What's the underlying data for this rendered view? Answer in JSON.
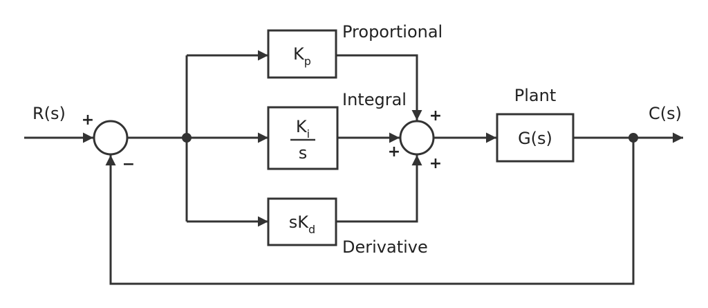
{
  "signals": {
    "input": "R(s)",
    "output": "C(s)"
  },
  "blocks": {
    "proportional": {
      "main": "K",
      "sub": "p",
      "caption": "Proportional"
    },
    "integral": {
      "num_main": "K",
      "num_sub": "i",
      "den": "s",
      "caption": "Integral"
    },
    "derivative": {
      "main": "sK",
      "sub": "d",
      "caption": "Derivative"
    },
    "plant": {
      "label": "G(s)",
      "caption": "Plant"
    }
  },
  "summing_junctions": {
    "error": {
      "plus": "+",
      "minus": "−"
    },
    "controller": {
      "top": "+",
      "left": "+",
      "bottom": "+"
    }
  },
  "colors": {
    "stroke": "#333333",
    "text": "#222222",
    "background": "#ffffff"
  }
}
